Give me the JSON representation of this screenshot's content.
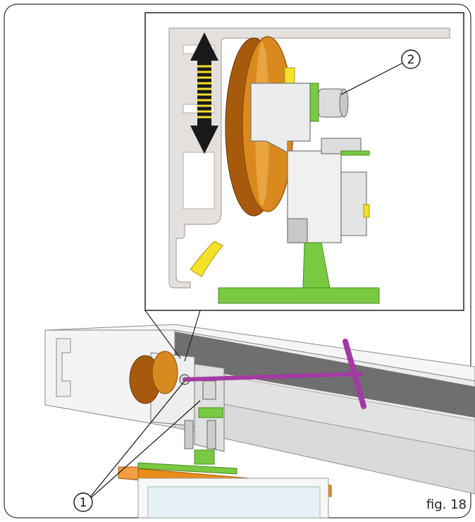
{
  "figure": {
    "label": "fig. 18",
    "callouts": [
      {
        "id": "1",
        "text": "1"
      },
      {
        "id": "2",
        "text": "2"
      }
    ]
  },
  "colors": {
    "rail": "#e4e0dd",
    "rail_dark": "#b8b4b0",
    "wheel": "#d98a1e",
    "wheel_dark": "#a85a0c",
    "bracket": "#e8e8e8",
    "green": "#7ac943",
    "yellow": "#f5e02a",
    "arrow": "#1a1a1a",
    "arrow_stripe": "#f5e02a",
    "key": "#a43aa4",
    "orange_beam": "#e88c1a"
  }
}
